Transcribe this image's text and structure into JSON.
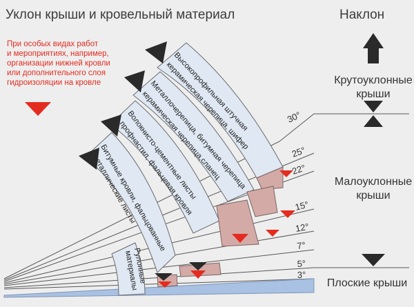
{
  "title": "Уклон крыши и кровельный материал",
  "slope_heading": "Наклон",
  "note_lines": [
    "При особых видах работ",
    "и мероприятиях, например,",
    "организации нижней кровли",
    "или дополнительного слоя",
    "гидроизоляции на кровле"
  ],
  "categories": {
    "steep": [
      "Крутоуклонные",
      "крыши"
    ],
    "low": [
      "Малоуклонные",
      "крыши"
    ],
    "flat": "Плоские крыши"
  },
  "angles": [
    "30°",
    "25°",
    "22°",
    "15°",
    "12°",
    "7°",
    "5°",
    "3°"
  ],
  "materials": {
    "band1": [
      "Высокопрофильная штучная",
      "керамическая черепица, шифер"
    ],
    "band2": [
      "Металлочерепица, битумная черепица",
      "керамическая черепица,сланец"
    ],
    "band3": [
      "Волокнисто-цементные листы",
      "профнастил, фальцевая кровля"
    ],
    "band4": [
      "Битумные кровли, фальцованные",
      "металлические листы"
    ],
    "band5": [
      "Рулонные",
      "материалы"
    ]
  },
  "colors": {
    "band_fill": "#dfe8f3",
    "pink_block": "#d3aaa6",
    "red_marker": "#e42b1f",
    "black_marker": "#2a2a2a",
    "flat_bar": "#a9c1e2"
  }
}
